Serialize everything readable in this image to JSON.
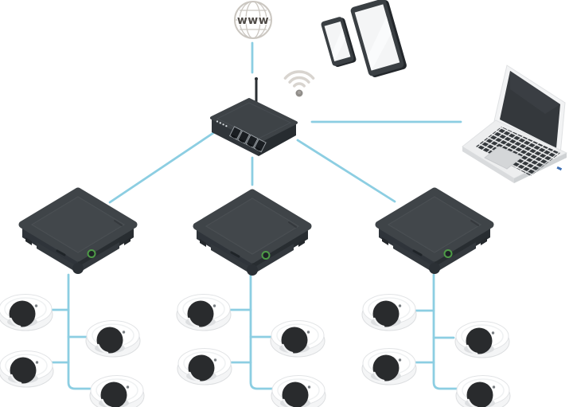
{
  "diagram": {
    "type": "surveillance-network-topology",
    "internet_label": "www",
    "colors": {
      "connection_line": "#8CCEE2",
      "device_dark": "#3E4347",
      "device_side_dark": "#2F343A",
      "camera_body": "#FFFFFF",
      "camera_dome": "#292B2D",
      "power_led_green": "#4E9B47",
      "globe_gray": "#CBC7C1",
      "wifi_gray": "#D8D4CF"
    },
    "nodes": [
      {
        "id": "internet",
        "label": "www",
        "kind": "internet-globe"
      },
      {
        "id": "smartphone",
        "kind": "mobile-phone"
      },
      {
        "id": "tablet",
        "kind": "tablet"
      },
      {
        "id": "wifi",
        "kind": "wireless-signal"
      },
      {
        "id": "router",
        "kind": "network-router-4-port"
      },
      {
        "id": "laptop",
        "kind": "laptop"
      },
      {
        "id": "recorder-1",
        "kind": "video-recorder"
      },
      {
        "id": "recorder-2",
        "kind": "video-recorder"
      },
      {
        "id": "recorder-3",
        "kind": "video-recorder"
      },
      {
        "id": "cameras",
        "kind": "dome-camera",
        "count": 12,
        "per_recorder": 4
      }
    ],
    "connections": [
      {
        "from": "internet",
        "to": "router"
      },
      {
        "from": "router",
        "to": "recorder-1"
      },
      {
        "from": "router",
        "to": "recorder-2"
      },
      {
        "from": "router",
        "to": "recorder-3"
      },
      {
        "from": "router",
        "to": "laptop"
      },
      {
        "from": "wifi",
        "to": "smartphone/tablet",
        "style": "implied"
      },
      {
        "from": "recorder-1",
        "to": "cameras 1-4"
      },
      {
        "from": "recorder-2",
        "to": "cameras 5-8"
      },
      {
        "from": "recorder-3",
        "to": "cameras 9-12"
      }
    ]
  }
}
